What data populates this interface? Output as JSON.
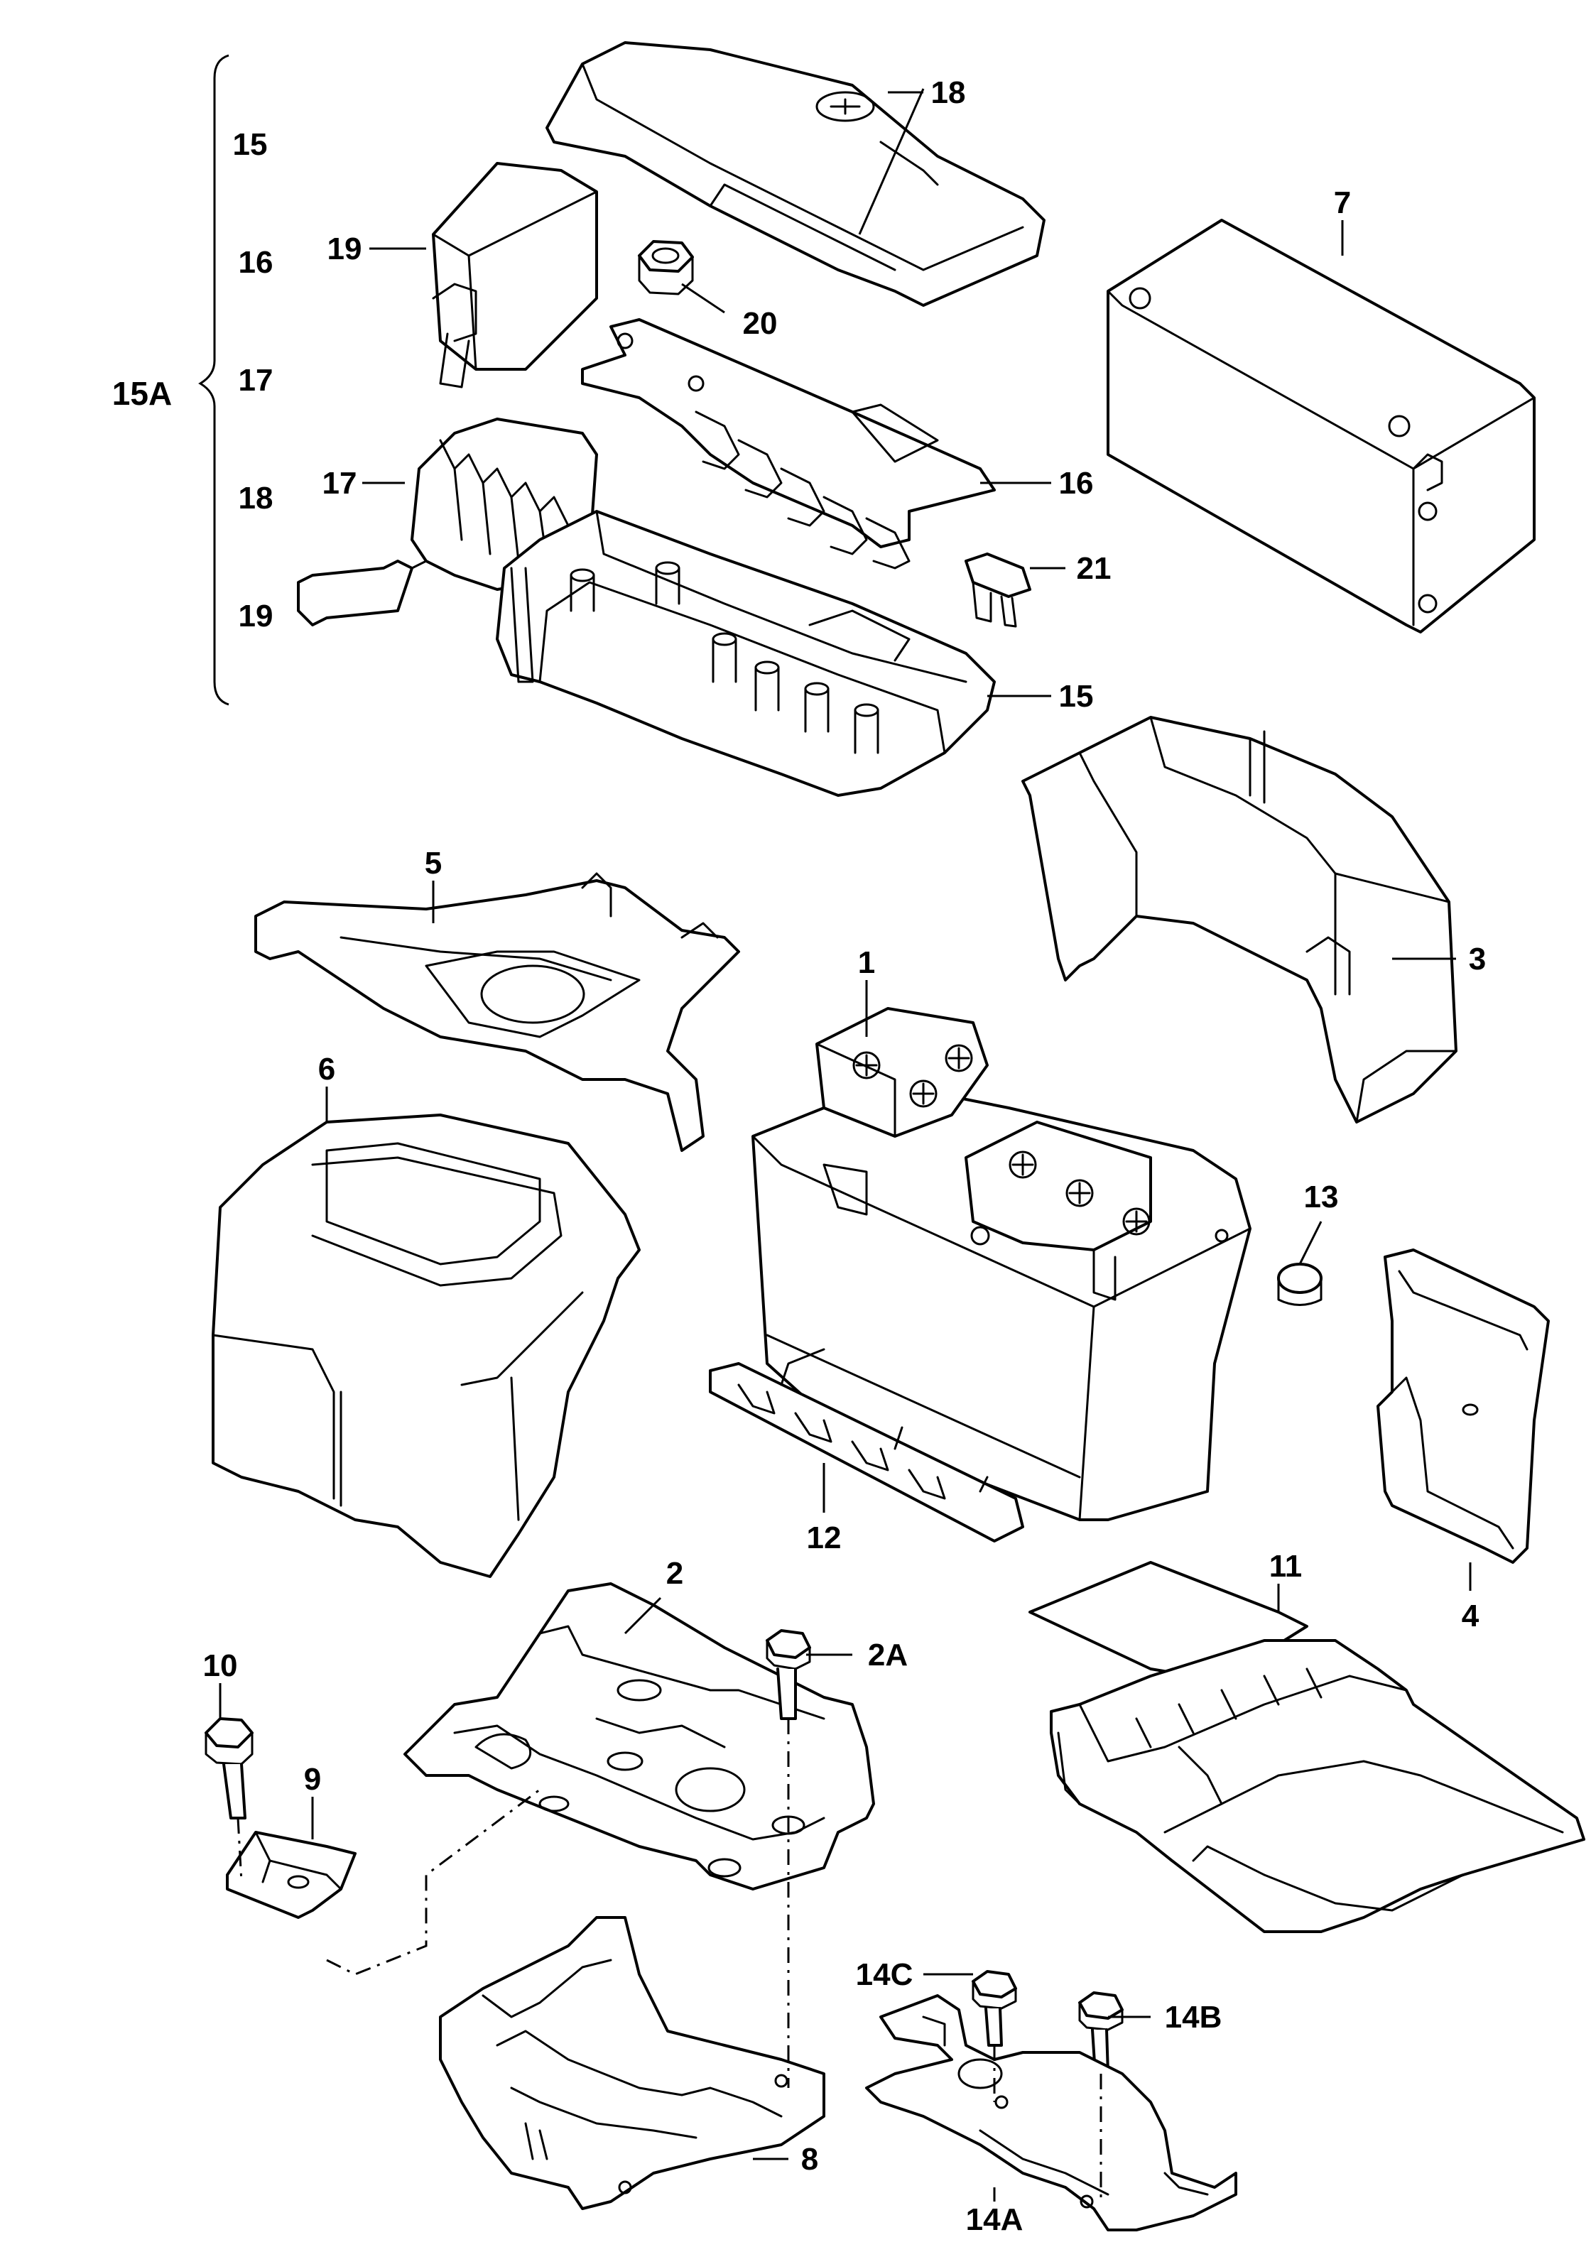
{
  "diagram": {
    "callouts": [
      {
        "id": "1",
        "label": "1"
      },
      {
        "id": "2",
        "label": "2"
      },
      {
        "id": "2a",
        "label": "2A"
      },
      {
        "id": "3",
        "label": "3"
      },
      {
        "id": "4",
        "label": "4"
      },
      {
        "id": "5",
        "label": "5"
      },
      {
        "id": "6",
        "label": "6"
      },
      {
        "id": "7",
        "label": "7"
      },
      {
        "id": "8",
        "label": "8"
      },
      {
        "id": "9",
        "label": "9"
      },
      {
        "id": "10",
        "label": "10"
      },
      {
        "id": "11",
        "label": "11"
      },
      {
        "id": "12",
        "label": "12"
      },
      {
        "id": "13",
        "label": "13"
      },
      {
        "id": "14a",
        "label": "14A"
      },
      {
        "id": "14b",
        "label": "14B"
      },
      {
        "id": "14c",
        "label": "14C"
      },
      {
        "id": "15",
        "label": "15"
      },
      {
        "id": "16",
        "label": "16"
      },
      {
        "id": "17",
        "label": "17"
      },
      {
        "id": "18",
        "label": "18"
      },
      {
        "id": "19",
        "label": "19"
      },
      {
        "id": "20",
        "label": "20"
      },
      {
        "id": "21",
        "label": "21"
      }
    ],
    "group": {
      "label": "15A",
      "members": [
        "15",
        "16",
        "17",
        "18",
        "19"
      ]
    }
  }
}
